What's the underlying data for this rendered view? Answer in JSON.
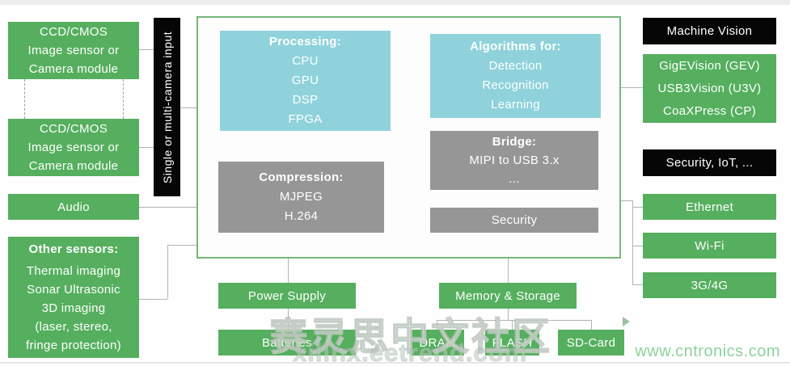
{
  "diagram": {
    "input_bar_label": "Single or multi-camera input",
    "left": {
      "camera1": {
        "lines": [
          "CCD/CMOS",
          "Image sensor or",
          "Camera module"
        ]
      },
      "camera2": {
        "lines": [
          "CCD/CMOS",
          "Image sensor or",
          "Camera module"
        ]
      },
      "audio": "Audio",
      "other_sensors": {
        "title": "Other sensors:",
        "items": [
          "Thermal imaging",
          "Sonar Ultrasonic",
          "3D imaging",
          "(laser, stereo,",
          "fringe protection)"
        ]
      }
    },
    "center": {
      "processing": {
        "title": "Processing:",
        "items": [
          "CPU",
          "GPU",
          "DSP",
          "FPGA"
        ]
      },
      "algorithms": {
        "title": "Algorithms for:",
        "items": [
          "Detection",
          "Recognition",
          "Learning"
        ]
      },
      "compression": {
        "title": "Compression:",
        "items": [
          "MJPEG",
          "H.264"
        ]
      },
      "bridge": {
        "title": "Bridge:",
        "items": [
          "MIPI to USB 3.x",
          "..."
        ]
      },
      "security": "Security"
    },
    "right": {
      "machine_vision": "Machine Vision",
      "vision_standards": {
        "items": [
          "GigEVision (GEV)",
          "USB3Vision (U3V)",
          "CoaXPress (CP)"
        ]
      },
      "security_iot": "Security, IoT, ...",
      "ethernet": "Ethernet",
      "wifi": "Wi-Fi",
      "cellular": "3G/4G"
    },
    "bottom": {
      "power_supply": "Power Supply",
      "batteries": "Batteries",
      "memory_storage": "Memory & Storage",
      "dram": "DRAM",
      "flash": "FLASH",
      "sd_card": "SD-Card"
    }
  },
  "watermarks": {
    "cn_text": "赛灵思中文社区",
    "site": "xilinx.eetrend.com",
    "corner": "www.cntronics.com"
  },
  "colors": {
    "green": "#55af5e",
    "cyan": "#8fd2db",
    "gray": "#969696",
    "black": "#060606",
    "border_green": "#76b778",
    "connector": "#b3b3b3"
  }
}
